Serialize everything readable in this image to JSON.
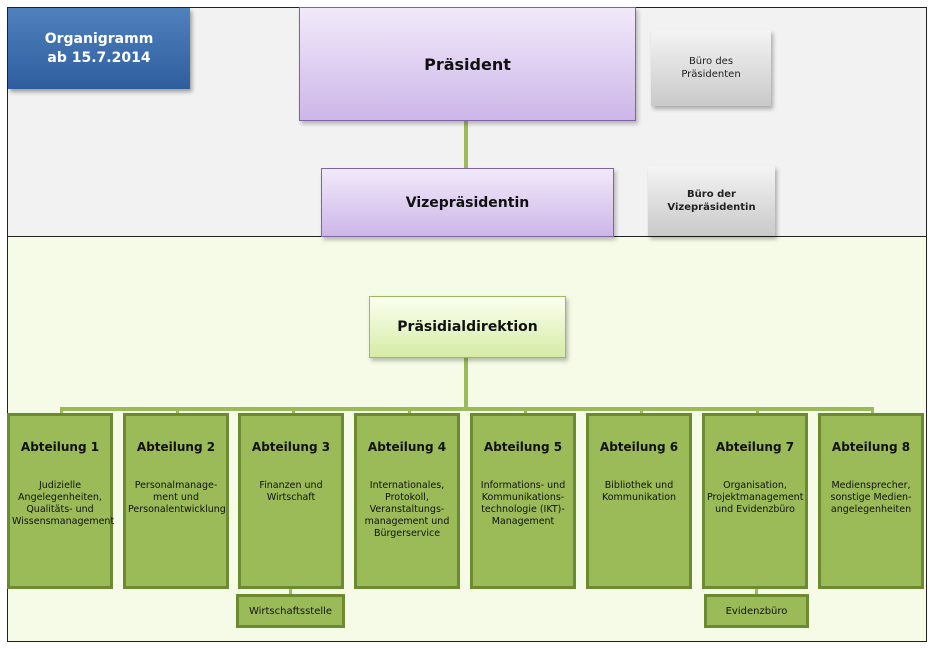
{
  "header": {
    "line1": "Organigramm",
    "line2": "ab 15.7.2014"
  },
  "praesident": "Präsident",
  "buero_praesident": {
    "line1": "Büro des",
    "line2": "Präsidenten"
  },
  "vizepraesidentin": "Vizepräsidentin",
  "buero_vize": {
    "line1": "Büro der",
    "line2": "Vizepräsidentin"
  },
  "praesidialdirektion": "Präsidialdirektion",
  "departments": [
    {
      "title": "Abteilung 1",
      "desc": "Judizielle Angelegenheiten, Qualitäts- und Wissensmanagement"
    },
    {
      "title": "Abteilung 2",
      "desc": "Personalmanage-ment und Personalentwicklung"
    },
    {
      "title": "Abteilung 3",
      "desc": "Finanzen und Wirtschaft"
    },
    {
      "title": "Abteilung 4",
      "desc": "Internationales, Protokoll, Veranstaltungs-management und Bürgerservice"
    },
    {
      "title": "Abteilung 5",
      "desc": "Informations- und Kommunikations-technologie (IKT)-Management"
    },
    {
      "title": "Abteilung 6",
      "desc": "Bibliothek und Kommunikation"
    },
    {
      "title": "Abteilung 7",
      "desc": "Organisation, Projektmanagement und Evidenzbüro"
    },
    {
      "title": "Abteilung 8",
      "desc": "Mediensprecher, sonstige Medien-angelegenheiten"
    }
  ],
  "sub_units": {
    "wirtschaftsstelle": "Wirtschaftsstelle",
    "evidenzbuero": "Evidenzbüro"
  },
  "colors": {
    "purple": "#cdb6e8",
    "green": "#9bbb59",
    "green_dark": "#6c8a2f",
    "blue": "#4f81bd"
  }
}
